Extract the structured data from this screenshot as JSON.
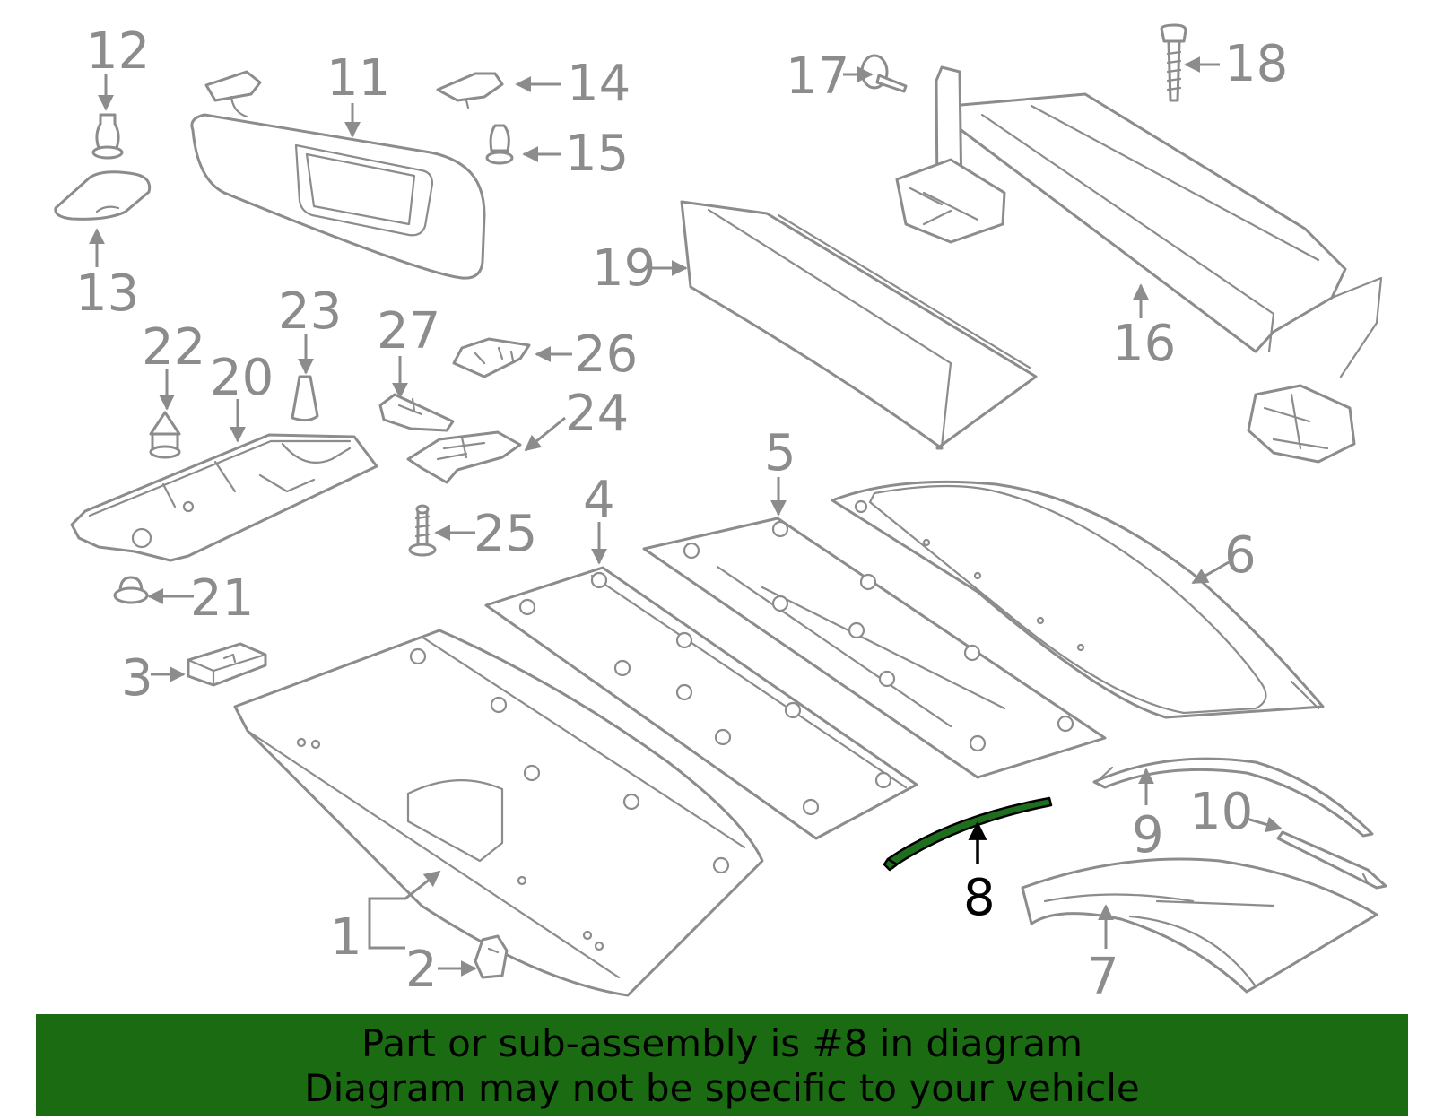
{
  "callouts": {
    "c1": "1",
    "c2": "2",
    "c3": "3",
    "c4": "4",
    "c5": "5",
    "c6": "6",
    "c7": "7",
    "c8": "8",
    "c9": "9",
    "c10": "10",
    "c11": "11",
    "c12": "12",
    "c13": "13",
    "c14": "14",
    "c15": "15",
    "c16": "16",
    "c17": "17",
    "c18": "18",
    "c19": "19",
    "c20": "20",
    "c21": "21",
    "c22": "22",
    "c23": "23",
    "c24": "24",
    "c25": "25",
    "c26": "26",
    "c27": "27"
  },
  "highlighted_part": "8",
  "colors": {
    "line_gray": "#8c8c8c",
    "highlight_green": "#1e6e1e",
    "banner_green": "#1a6b12",
    "banner_text": "#000000"
  },
  "banner": {
    "line1": "Part or sub-assembly is #8 in diagram",
    "line2": "Diagram may not be specific to your vehicle"
  }
}
